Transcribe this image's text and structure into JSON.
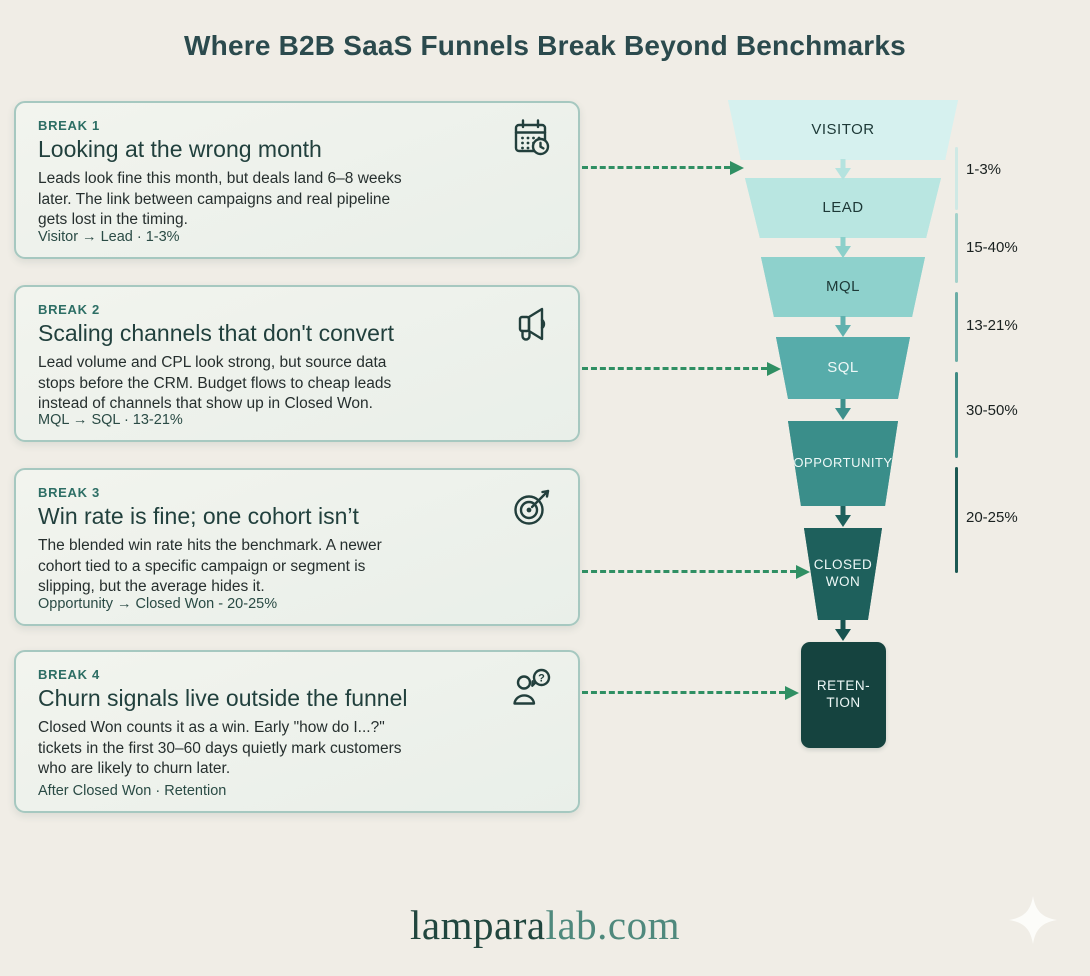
{
  "title": "Where B2B SaaS Funnels Break Beyond Benchmarks",
  "cards": [
    {
      "label": "BREAK 1",
      "headline": "Looking at the wrong month",
      "body": "Leads look fine this month, but deals land 6–8 weeks\nlater. The link between campaigns and real pipeline\ngets lost in the timing.",
      "footer": "Visitor → Lead · 1-3%",
      "icon": "calendar-clock-icon"
    },
    {
      "label": "BREAK 2",
      "headline": "Scaling channels that don't convert",
      "body": "Lead volume and CPL look strong, but source data\nstops before the CRM. Budget flows to cheap leads\ninstead of channels that show up in Closed Won.",
      "footer": "MQL → SQL · 13-21%",
      "icon": "megaphone-icon"
    },
    {
      "label": "BREAK 3",
      "headline": "Win rate is fine; one cohort isn’t",
      "body": "The blended win rate hits the benchmark. A newer\ncohort tied to a specific campaign or segment is\nslipping, but the average hides it.",
      "footer": "Opportunity → Closed Won - 20-25%",
      "icon": "target-icon"
    },
    {
      "label": "BREAK 4",
      "headline": "Churn signals live outside the funnel",
      "body": "Closed Won counts it as a win. Early \"how do I...?\"\ntickets in the first 30–60 days quietly mark customers\nwho are likely to churn later.",
      "footer": "After Closed Won · Retention",
      "icon": "user-question-icon"
    }
  ],
  "funnel": {
    "stages": [
      {
        "label": "VISITOR",
        "color": "#d6f1ef"
      },
      {
        "label": "LEAD",
        "color": "#b9e6e1"
      },
      {
        "label": "MQL",
        "color": "#8ed1cc"
      },
      {
        "label": "SQL",
        "color": "#57acaa"
      },
      {
        "label": "OPPORTUNITY",
        "color": "#3a8e8a"
      },
      {
        "label": "CLOSED\nWON",
        "color": "#1e605c"
      },
      {
        "label": "RETEN-\nTION",
        "color": "#15433f"
      }
    ],
    "arrow_colors": [
      "#b5e3df",
      "#8cd0ca",
      "#60b1ae",
      "#3d908c",
      "#1e615d",
      "#175350"
    ],
    "conversions": [
      {
        "label": "1-3%",
        "color": "#cfe9e5"
      },
      {
        "label": "15-40%",
        "color": "#a5d2cb"
      },
      {
        "label": "13-21%",
        "color": "#6cada6"
      },
      {
        "label": "30-50%",
        "color": "#3f8b84"
      },
      {
        "label": "20-25%",
        "color": "#1c5953"
      }
    ]
  },
  "brand": {
    "dark": "lampara",
    "light": "lab.com"
  },
  "colors": {
    "background": "#f0ede6",
    "card_border": "#a6c8c0",
    "accent_teal": "#2d6e65",
    "connector_green": "#2f8f63",
    "title_text": "#2b4a4d"
  }
}
